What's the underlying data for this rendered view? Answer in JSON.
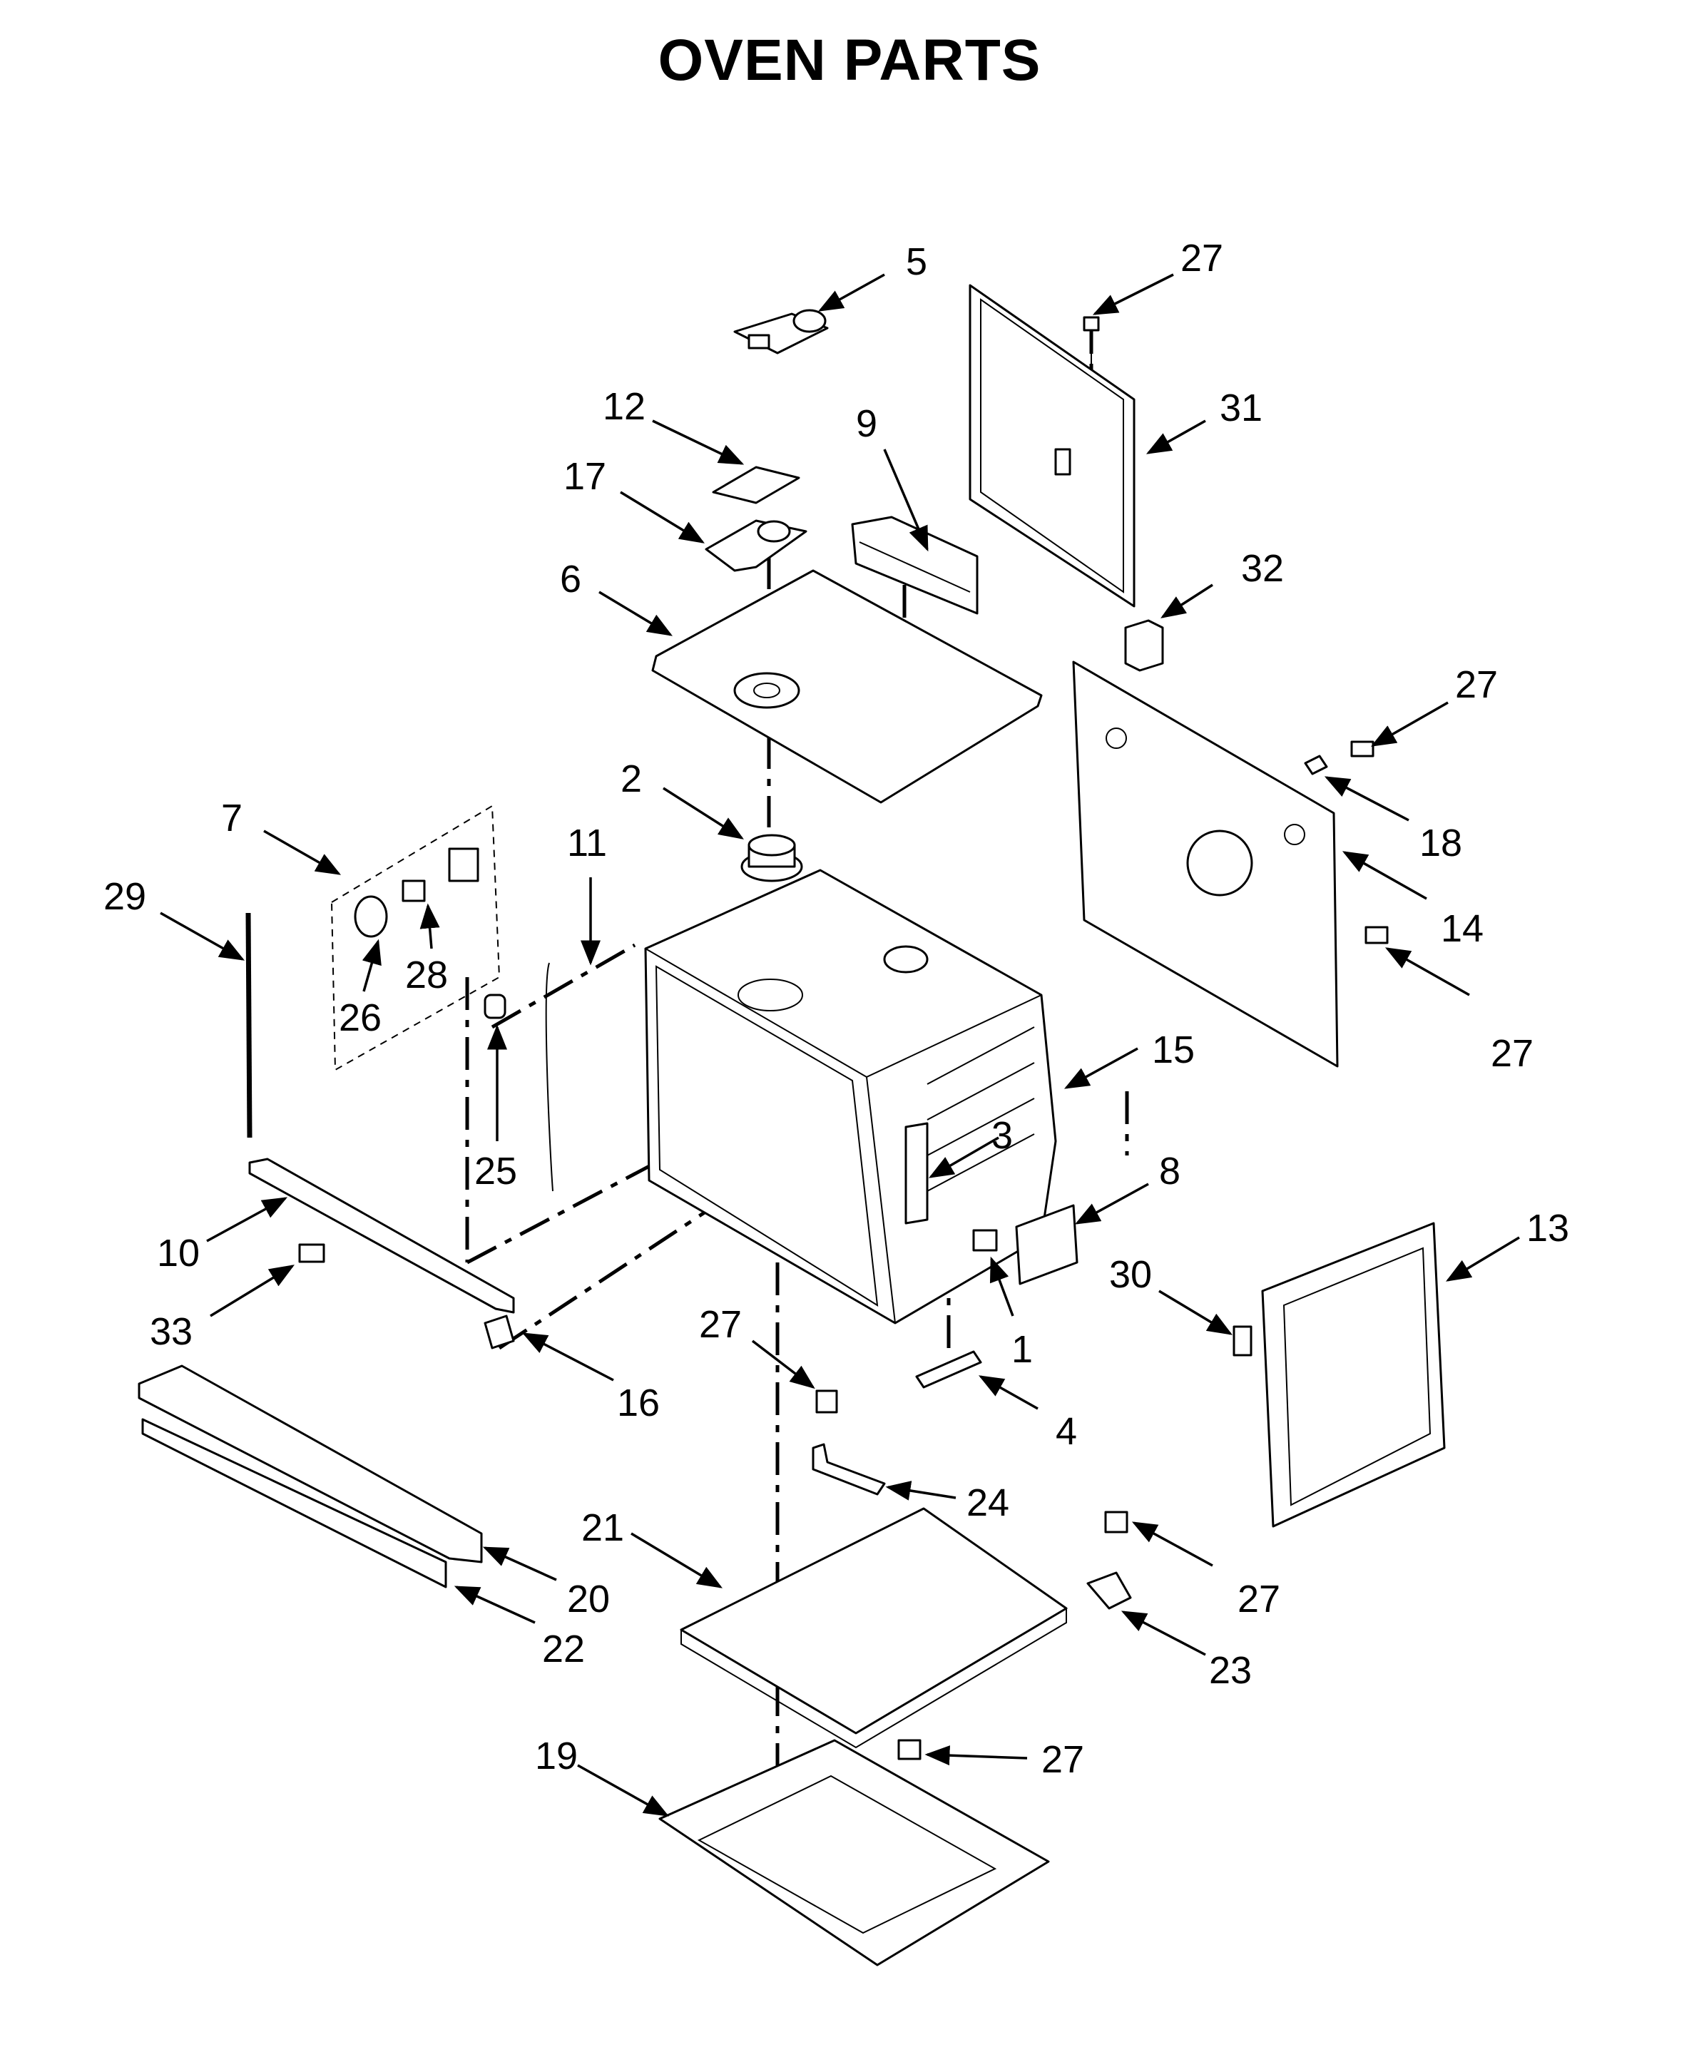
{
  "title": "OVEN PARTS",
  "callouts": [
    "5",
    "27",
    "12",
    "9",
    "31",
    "17",
    "6",
    "32",
    "27",
    "2",
    "7",
    "11",
    "29",
    "28",
    "26",
    "18",
    "14",
    "25",
    "15",
    "27",
    "3",
    "8",
    "10",
    "33",
    "1",
    "13",
    "30",
    "16",
    "4",
    "27",
    "24",
    "21",
    "20",
    "27",
    "22",
    "23",
    "27",
    "19"
  ]
}
